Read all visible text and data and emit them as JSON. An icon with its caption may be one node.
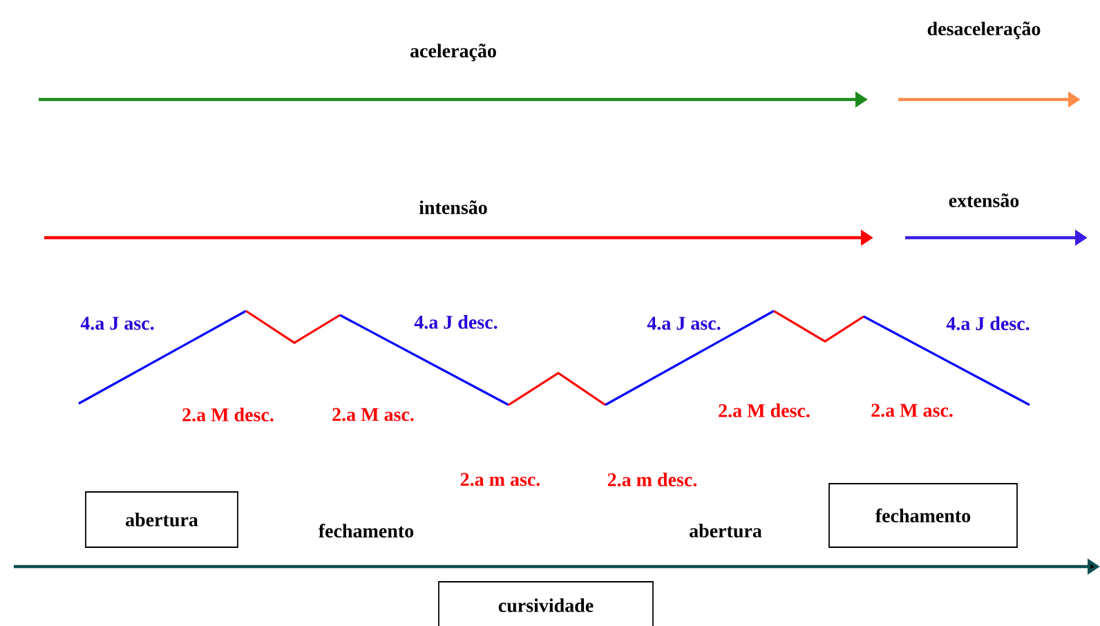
{
  "diagram": {
    "nodes": [
      {
        "text": [
          "abertura"
        ]
      },
      {
        "text": [
          "fechamento"
        ]
      },
      {
        "text": [
          "cursividade"
        ]
      }
    ],
    "labels": [
      "aceleração",
      "desaceleração",
      "intensão",
      "extensão",
      "4.a J asc.",
      "4.a J desc.",
      "4.a J asc.",
      "4.a J desc.",
      "2.a M desc.",
      "2.a M asc.",
      "2.a M desc.",
      "2.a M asc.",
      "2.a m asc.",
      "2.a m desc.",
      "fechamento",
      "abertura"
    ]
  }
}
